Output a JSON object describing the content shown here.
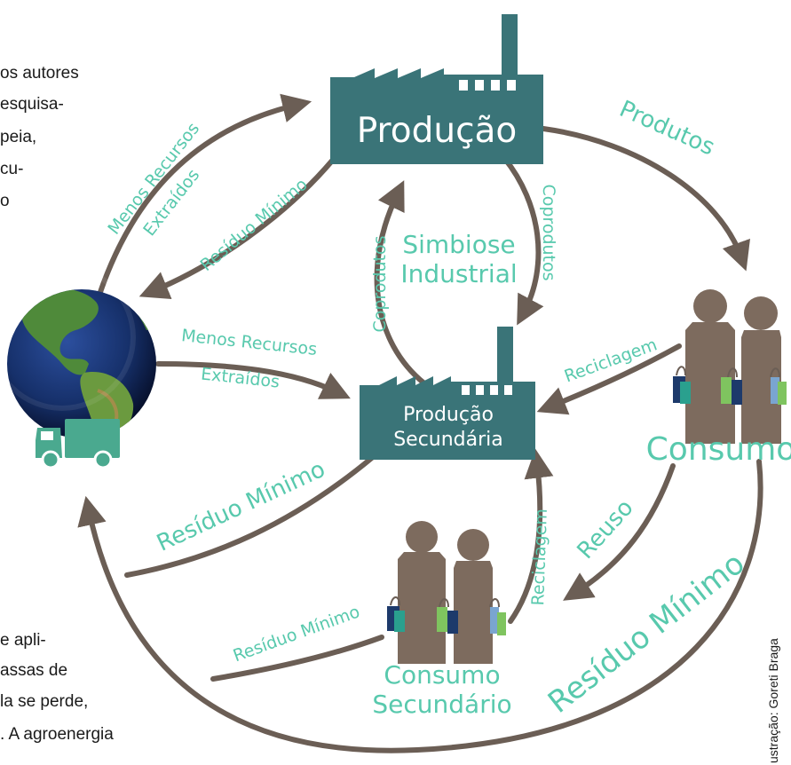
{
  "body_text": {
    "top_lines": [
      "os autores",
      "esquisa-",
      "peia,",
      "cu-",
      "o"
    ],
    "bottom_lines": [
      "e apli-",
      "assas de",
      "la se perde,",
      ". A agroenergia"
    ]
  },
  "nodes": {
    "producao": "Produção",
    "producao_secundaria": [
      "Produção",
      "Secundária"
    ],
    "consumo": "Consumo",
    "consumo_secundario": [
      "Consumo",
      "Secundário"
    ],
    "simbiose": [
      "Simbiose",
      "Industrial"
    ]
  },
  "flows": {
    "menos_recursos_top": [
      "Menos Recursos",
      "Extraídos"
    ],
    "residuo_top": "Resíduo Mínimo",
    "produtos": "Produtos",
    "coprodutos_right": "Coprodutos",
    "coprodutos_left": "Coprodutos",
    "menos_recursos_mid": [
      "Menos Recursos",
      "Extraídos"
    ],
    "reciclagem_consumo": "Reciclagem",
    "residuo_mid": "Resíduo Mínimo",
    "reuso": "Reuso",
    "reciclagem_sec": "Reciclagem",
    "residuo_sec": "Resíduo Mínimo",
    "residuo_big": "Resíduo Mínimo"
  },
  "credit": "ustração: Goreti Braga",
  "colors": {
    "teal": "#3a7478",
    "label": "#58c9ad",
    "arrow": "#6b5e55",
    "person": "#7d6b5e"
  }
}
